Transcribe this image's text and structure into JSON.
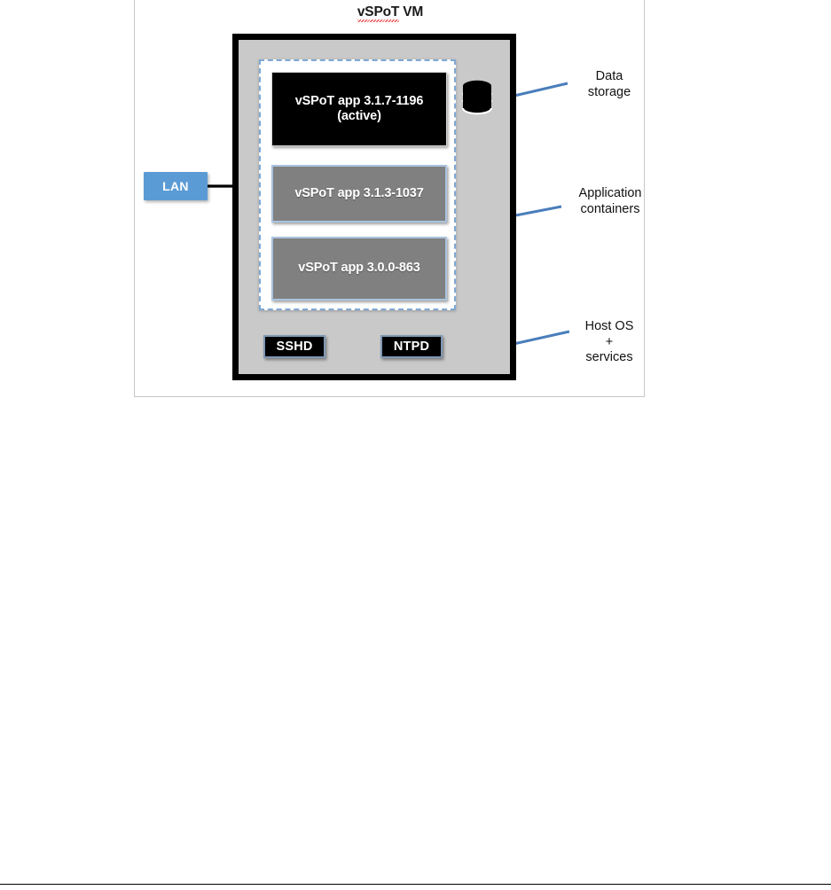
{
  "figure": {
    "title": "vSPoT VM",
    "title_misspelled_token": "vSPoT",
    "title_rest": " VM"
  },
  "vm": {
    "label": "vSPoT VM",
    "background_color": "#c9c9c9",
    "border_color": "#000000"
  },
  "containers_region": {
    "name": "Application containers region",
    "border_style": "dashed",
    "border_color": "#7fa8d4",
    "background_color": "#ffffff"
  },
  "app_containers": [
    {
      "id": "app-active",
      "line1": "vSPoT app 3.1.7-1196",
      "line2": "(active)",
      "state": "active",
      "fill": "#000000",
      "text_color": "#ffffff"
    },
    {
      "id": "app-standby1",
      "line1": "vSPoT app 3.1.3-1037",
      "line2": "",
      "state": "inactive",
      "fill": "#808080",
      "text_color": "#ffffff"
    },
    {
      "id": "app-standby2",
      "line1": "vSPoT app 3.0.0-863",
      "line2": "",
      "state": "inactive",
      "fill": "#808080",
      "text_color": "#ffffff"
    }
  ],
  "services": [
    {
      "id": "svc-sshd",
      "label": "SSHD",
      "fill": "#000000",
      "border": "#7f98b4"
    },
    {
      "id": "svc-ntpd",
      "label": "NTPD",
      "fill": "#000000",
      "border": "#7f98b4"
    }
  ],
  "network": {
    "lan_label": "LAN",
    "lan_fill": "#5b9bd5",
    "lan_text_color": "#ffffff"
  },
  "storage": {
    "icon": "database-cylinder-icon",
    "fill": "#000000"
  },
  "annotations": [
    {
      "id": "annot-data-storage",
      "line1": "Data",
      "line2": "storage",
      "line3": "",
      "leader_color": "#4a7ebb"
    },
    {
      "id": "annot-app-cont",
      "line1": "Application",
      "line2": "containers",
      "line3": "",
      "leader_color": "#4a7ebb"
    },
    {
      "id": "annot-host-os",
      "line1": "Host OS",
      "line2": "+",
      "line3": "services",
      "leader_color": "#4a7ebb"
    }
  ],
  "colors": {
    "accent_blue": "#5b9bd5",
    "leader_blue": "#4a7ebb",
    "dashed_blue": "#7fa8d4",
    "vm_gray": "#c9c9c9",
    "container_gray": "#808080",
    "black": "#000000",
    "figure_border": "#c8c8c8"
  }
}
